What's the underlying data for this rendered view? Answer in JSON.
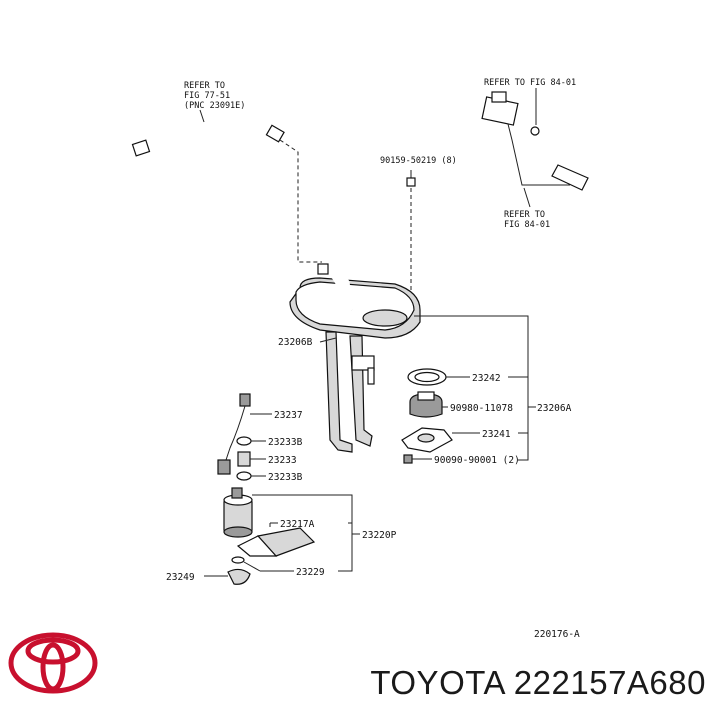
{
  "diagram": {
    "refs": {
      "ref_77_line1": "REFER TO",
      "ref_77_line2": "FIG 77-51",
      "ref_77_line3": "(PNC 23091E)",
      "ref_84_top": "REFER TO FIG 84-01",
      "ref_84_low_line1": "REFER TO",
      "ref_84_low_line2": "FIG 84-01"
    },
    "labels": {
      "bolt_90159": "90159-50219 (8)",
      "p23206B": "23206B",
      "p23242": "23242",
      "p90980": "90980-11078",
      "p23206A": "23206A",
      "p23241": "23241",
      "p90090": "90090-90001 (2)",
      "p23237": "23237",
      "p23233B_1": "23233B",
      "p23233": "23233",
      "p23233B_2": "23233B",
      "p23217A": "23217A",
      "p23220P": "23220P",
      "p23249": "23249",
      "p23229": "23229",
      "figure_code": "220176-A"
    }
  },
  "brand": {
    "title": "TOYOTA 222157A680",
    "logo": "toyota-logo",
    "logo_color": "#c8102e"
  }
}
